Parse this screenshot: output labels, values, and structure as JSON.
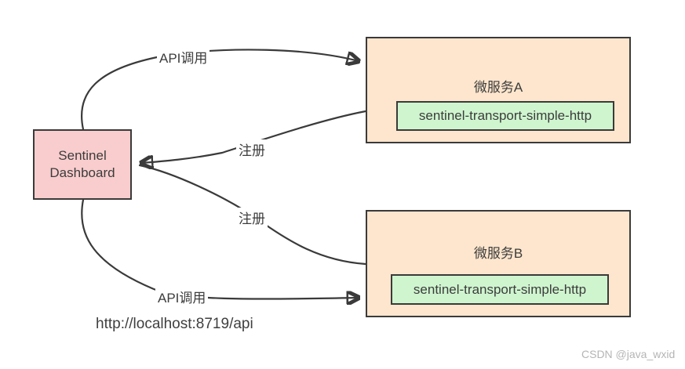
{
  "diagram": {
    "dashboard": {
      "line1": "Sentinel",
      "line2": "Dashboard"
    },
    "service_a": {
      "title": "微服务A",
      "module": "sentinel-transport-simple-http"
    },
    "service_b": {
      "title": "微服务B",
      "module": "sentinel-transport-simple-http"
    },
    "labels": {
      "api_call_top": "API调用",
      "register_a": "注册",
      "register_b": "注册",
      "api_call_bottom": "API调用",
      "api_url": "http://localhost:8719/api"
    },
    "watermark": "CSDN @java_wxid",
    "colors": {
      "dashboard_fill": "#f9cdcd",
      "service_fill": "#fde6cd",
      "module_fill": "#cff5cf",
      "stroke": "#3a3a3a",
      "text": "#3c3c3c",
      "watermark": "#b5b5b5"
    }
  }
}
